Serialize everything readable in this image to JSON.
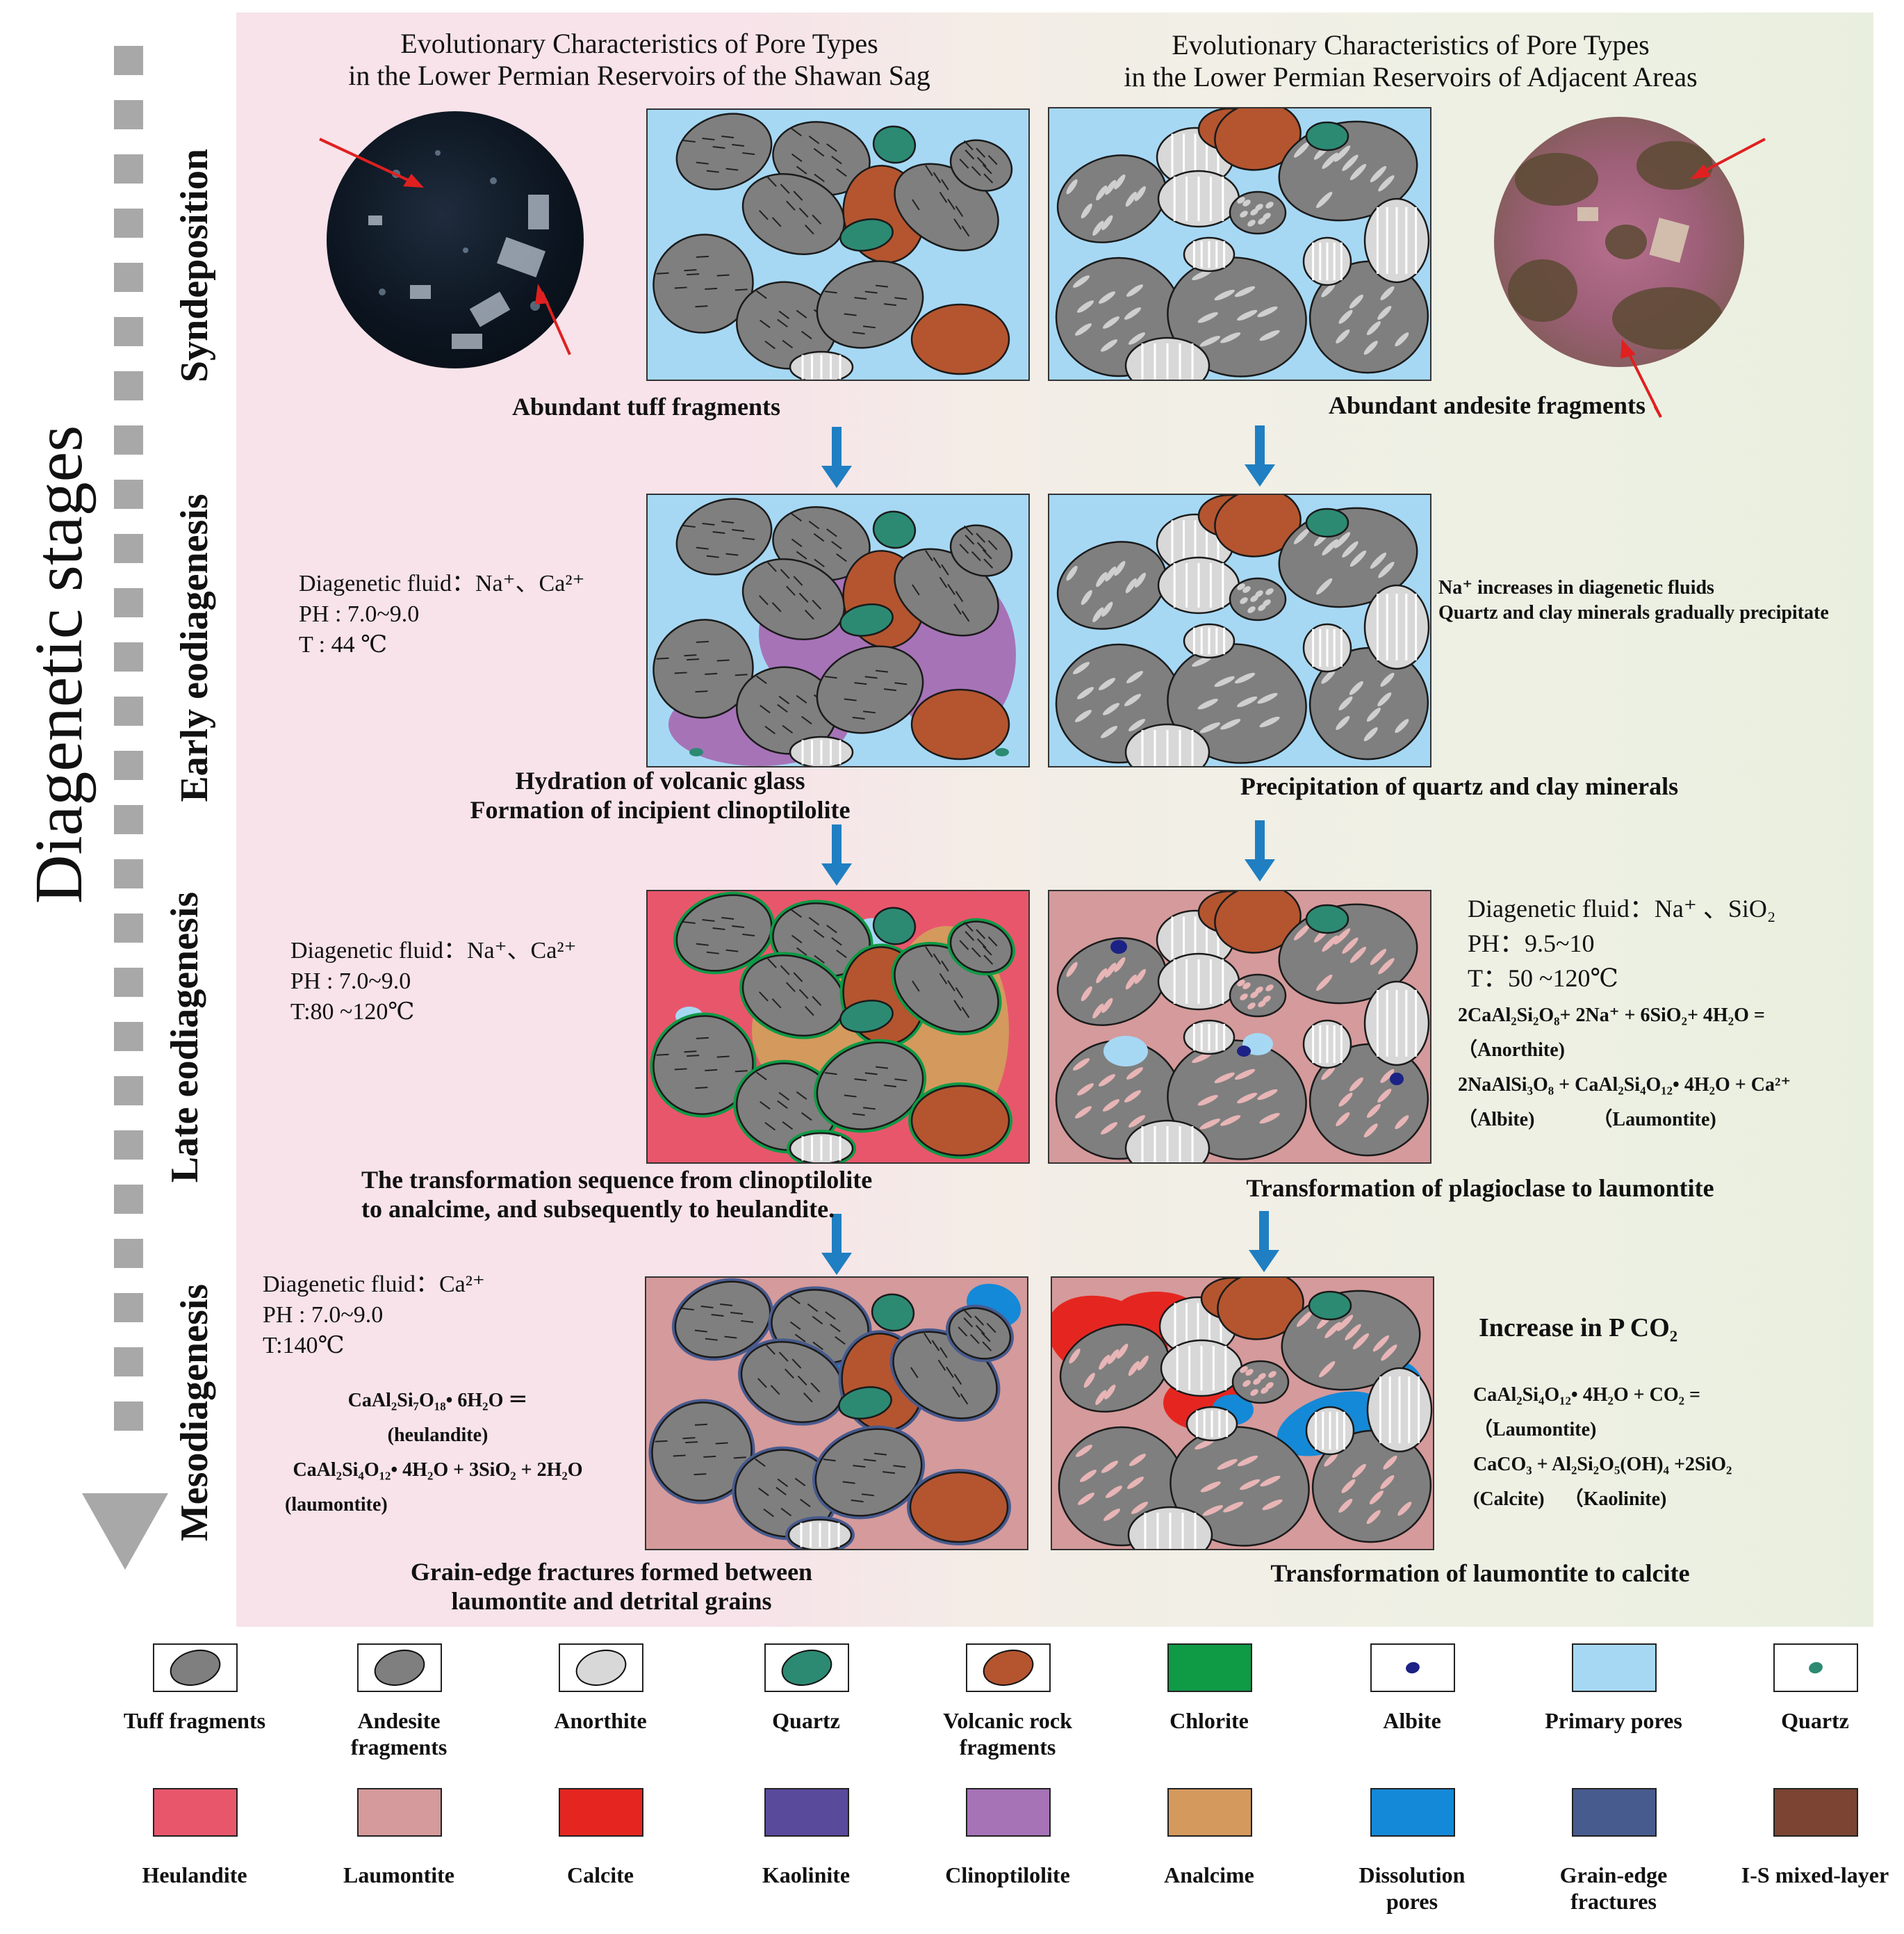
{
  "vertical_title": "Diagenetic stages",
  "stages": [
    "Syndeposition",
    "Early eodiagenesis",
    "Late eodiagenesis",
    "Mesodiagenesis"
  ],
  "columns": {
    "left_title": [
      "Evolutionary Characteristics of Pore Types",
      "in the Lower Permian Reservoirs of the Shawan Sag"
    ],
    "right_title": [
      "Evolutionary Characteristics of Pore Types",
      "in the Lower Permian Reservoirs of Adjacent Areas"
    ]
  },
  "captions": {
    "syn_left": "Abundant tuff fragments",
    "syn_right": "Abundant andesite fragments",
    "early_left": [
      "Hydration of volcanic glass",
      "Formation of incipient clinoptilolite"
    ],
    "early_right": "Precipitation of quartz and clay minerals",
    "late_left": [
      "The transformation sequence from clinoptilolite",
      "to analcime, and subsequently to heulandite."
    ],
    "late_right": "Transformation of plagioclase to laumontite",
    "meso_left": [
      "Grain-edge fractures formed between",
      "laumontite and detrital grains"
    ],
    "meso_right": "Transformation of laumontite to calcite"
  },
  "notes": {
    "early_left": [
      "Diagenetic fluid：Na⁺、Ca²⁺",
      "PH : 7.0~9.0",
      "T : 44 ℃"
    ],
    "early_right": [
      "Na⁺ increases in diagenetic fluids",
      "Quartz and clay minerals gradually precipitate"
    ],
    "late_left": [
      "Diagenetic fluid：Na⁺、Ca²⁺",
      "PH : 7.0~9.0",
      "T:80 ~120℃"
    ],
    "late_right": [
      "Diagenetic fluid：Na⁺ 、SiO₂",
      "PH：9.5~10",
      "T：50 ~120℃"
    ],
    "late_right_eq": [
      "2CaAl₂Si₂O₈+ 2Na⁺ + 6SiO₂+ 4H₂O =",
      "（Anorthite)",
      "2NaAlSi₃O₈ + CaAl₂Si₄O₁₂• 4H₂O + Ca²⁺",
      "（Albite)            （Laumontite)"
    ],
    "meso_left": [
      "Diagenetic fluid：Ca²⁺",
      "PH : 7.0~9.0",
      "T:140℃"
    ],
    "meso_left_eq": [
      "CaAl₂Si₇O₁₈• 6H₂O ＝",
      "(heulandite)",
      "CaAl₂Si₄O₁₂• 4H₂O + 3SiO₂ + 2H₂O",
      "(laumontite)"
    ],
    "meso_right_head": "Increase in P CO₂",
    "meso_right_eq": [
      "CaAl₂Si₄O₁₂• 4H₂O + CO₂ =",
      "（Laumontite)",
      "CaCO₃ + Al₂Si₂O₅(OH)₄ +2SiO₂",
      "(Calcite)    （Kaolinite)"
    ]
  },
  "legend": [
    {
      "label": "Tuff fragments",
      "kind": "tuff"
    },
    {
      "label": "Andesite fragments",
      "kind": "andesite"
    },
    {
      "label": "Anorthite",
      "kind": "anorthite"
    },
    {
      "label": "Quartz",
      "kind": "quartz-grain"
    },
    {
      "label": "Volcanic rock fragments",
      "kind": "volcanic"
    },
    {
      "label": "Chlorite",
      "kind": "fill",
      "color": "#0f9a46"
    },
    {
      "label": "Albite",
      "kind": "albite"
    },
    {
      "label": "Primary pores",
      "kind": "fill",
      "color": "#a6d8f4"
    },
    {
      "label": "Quartz",
      "kind": "quartz-small"
    },
    {
      "label": "Heulandite",
      "kind": "fill",
      "color": "#e8566c"
    },
    {
      "label": "Laumontite",
      "kind": "fill",
      "color": "#d59a9b"
    },
    {
      "label": "Calcite",
      "kind": "fill",
      "color": "#e52620"
    },
    {
      "label": "Kaolinite",
      "kind": "fill",
      "color": "#5a4a9c"
    },
    {
      "label": "Clinoptilolite",
      "kind": "fill",
      "color": "#a673b7"
    },
    {
      "label": "Analcime",
      "kind": "fill",
      "color": "#d4995d"
    },
    {
      "label": "Dissolution pores",
      "kind": "fill",
      "color": "#1489d8"
    },
    {
      "label": "Grain-edge fractures",
      "kind": "fill",
      "color": "#485b8e"
    },
    {
      "label": "I-S mixed-layer",
      "kind": "fill",
      "color": "#7b4433"
    }
  ],
  "colors": {
    "grain": "#7f7f7f",
    "primary_pore": "#a6d8f4",
    "heulandite": "#e8566c",
    "laumontite": "#d59a9b",
    "volcanic": "#b4552f",
    "quartz": "#2c8a73",
    "calcite": "#e52620",
    "dissolution": "#1489d8",
    "analcime": "#d4995d",
    "clinoptilolite": "#a673b7",
    "chlorite": "#0f9a46",
    "arrow": "#1f7fc2"
  }
}
